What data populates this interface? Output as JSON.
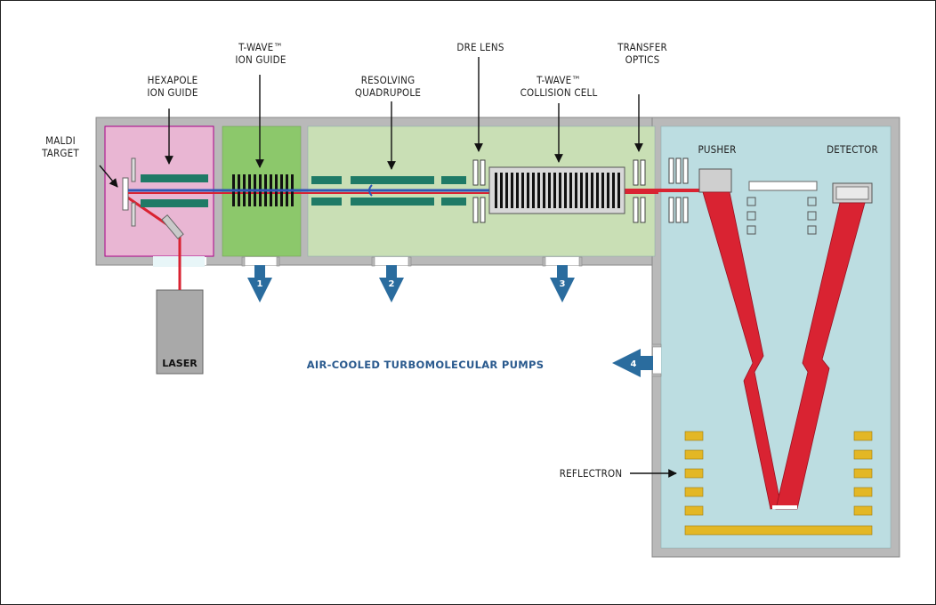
{
  "labels": {
    "maldi_target": [
      "MALDI",
      "TARGET"
    ],
    "hexapole": [
      "HEXAPOLE",
      "ION GUIDE"
    ],
    "twave_ion_guide": [
      "T-WAVE™",
      "ION GUIDE"
    ],
    "resolving_quadrupole": [
      "RESOLVING",
      "QUADRUPOLE"
    ],
    "dre_lens": [
      "DRE LENS"
    ],
    "twave_collision_cell": [
      "T-WAVE™",
      "COLLISION CELL"
    ],
    "transfer_optics": [
      "TRANSFER",
      "OPTICS"
    ],
    "pusher": "PUSHER",
    "detector": "DETECTOR",
    "laser": "LASER",
    "reflectron": "REFLECTRON",
    "pumps": "AIR-COOLED TURBOMOLECULAR PUMPS"
  },
  "pump_numbers": [
    "1",
    "2",
    "3",
    "4"
  ],
  "colors": {
    "housing": "#b9b9b9",
    "source_region": "#e9b6d3",
    "ion_guide_region": "#8cc86b",
    "quad_region": "#c9dfb5",
    "tof_region": "#bcdde1",
    "rods": "#1f7a66",
    "ion_beam": "#d92332",
    "ion_beam_blue": "#2d55b5",
    "pump_arrow": "#2a6c9e",
    "reflectron_plates": "#e3b725"
  }
}
